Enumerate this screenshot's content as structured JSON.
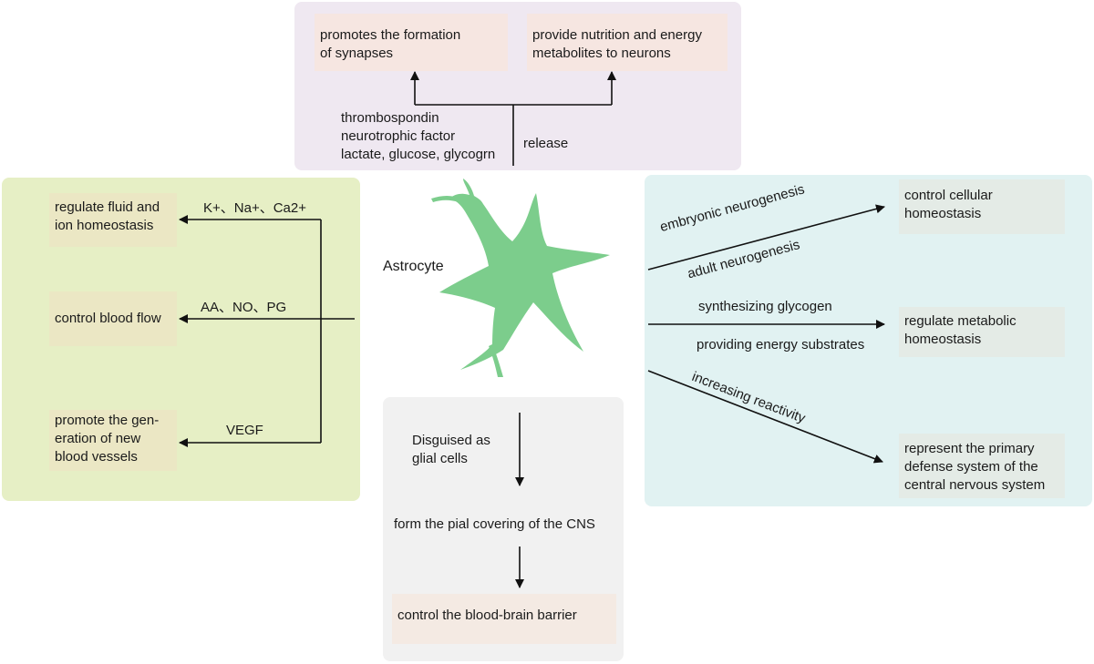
{
  "center": {
    "label": "Astrocyte"
  },
  "top": {
    "box_synapses": "promotes the formation\nof synapses",
    "box_nutrition": "provide nutrition and energy\nmetabolites to neurons",
    "substances": "thrombospondin\nneurotrophic factor\nlactate, glucose, glycogrn",
    "release_label": "release"
  },
  "left": {
    "box_fluid": "regulate fluid and\nion homeostasis",
    "box_blood_flow": "control blood flow",
    "box_vessels": "promote the gen-\neration of new\nblood vessels",
    "ions_label": "K+、Na+、Ca2+",
    "aa_label": "AA、NO、PG",
    "vegf_label": "VEGF"
  },
  "bottom": {
    "disguised_label": "Disguised as\nglial cells",
    "pial_label": "form the pial covering of the CNS",
    "box_bbb": "control the blood-brain barrier"
  },
  "right": {
    "box_cellular": "control cellular\nhomeostasis",
    "box_metabolic": "regulate metabolic\nhomeostasis",
    "box_defense": "represent the primary\ndefense system of the\ncentral nervous system",
    "embryonic_label": "embryonic neurogenesis",
    "adult_label": "adult neurogenesis",
    "glycogen_label": "synthesizing glycogen",
    "energy_label": "providing energy substrates",
    "reactivity_label": "increasing reactivity"
  },
  "colors": {
    "top_panel": "#efe8f1",
    "left_panel": "#e6efc5",
    "right_panel": "#e1f2f2",
    "bottom_panel": "#f1f1f1",
    "box_top": "#f6e6e1",
    "box_left": "#ebe7c4",
    "box_right": "#e4ebe6",
    "box_bottom": "#f4eae3",
    "astrocyte": "#7ccd8c"
  }
}
